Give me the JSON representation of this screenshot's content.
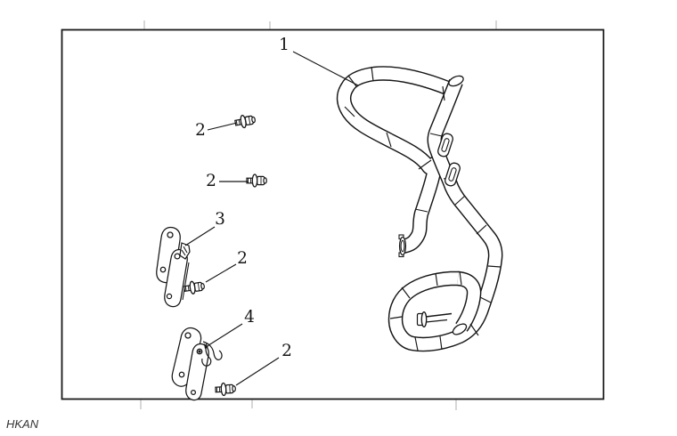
{
  "figure": {
    "type": "exploded-parts-diagram",
    "subject": "engine-guard-crash-bar-kit",
    "callouts": [
      {
        "id": "callout-1",
        "label": "1"
      },
      {
        "id": "callout-2a",
        "label": "2"
      },
      {
        "id": "callout-2b",
        "label": "2"
      },
      {
        "id": "callout-3",
        "label": "3"
      },
      {
        "id": "callout-2c",
        "label": "2"
      },
      {
        "id": "callout-4",
        "label": "4"
      },
      {
        "id": "callout-2d",
        "label": "2"
      }
    ],
    "watermark": "HKAN",
    "colors": {
      "ink": "#161616",
      "crop_tick": "#c6c6c6",
      "background": "#ffffff"
    }
  }
}
